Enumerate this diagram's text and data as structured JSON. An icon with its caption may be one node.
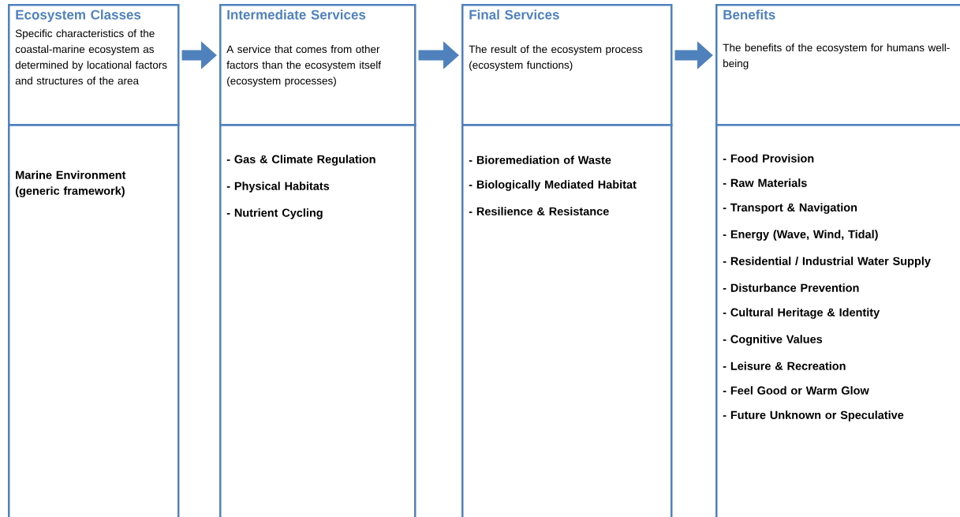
{
  "diagram": {
    "nodes": [
      {
        "text": [
          "Ecosystem Classes",
          "Specific characteristics of the coastal-marine ecosystem as determined by locational factors and structures of the area"
        ]
      },
      {
        "text": [
          "Marine Environment (generic framework)"
        ]
      },
      {
        "text": [
          "Intermediate Services",
          "A service that comes from other factors than the ecosystem itself (ecosystem processes)"
        ]
      },
      {
        "text": [
          "- Gas & Climate Regulation",
          "- Physical Habitats",
          "- Nutrient Cycling"
        ]
      },
      {
        "text": [
          "Final Services",
          "The result of the ecosystem process (ecosystem functions)"
        ]
      },
      {
        "text": [
          "- Bioremediation of Waste",
          "- Biologically Mediated Habitat",
          "- Resilience & Resistance"
        ]
      },
      {
        "text": [
          "Benefits",
          "The benefits of the ecosystem for humans well-being"
        ]
      },
      {
        "text": [
          "- Food Provision",
          "- Raw Materials",
          "- Transport & Navigation",
          "- Energy (Wave, Wind, Tidal)",
          "- Residential / Industrial Water Supply",
          "- Disturbance Prevention",
          "- Cultural Heritage & Identity",
          "- Cognitive Values",
          "- Leisure & Recreation",
          "- Feel Good or Warm Glow",
          "- Future Unknown or Speculative"
        ]
      }
    ],
    "edges": [
      {
        "from": 0,
        "to": 2,
        "arrow": "to"
      },
      {
        "from": 2,
        "to": 4,
        "arrow": "to"
      },
      {
        "from": 4,
        "to": 6,
        "arrow": "to"
      }
    ]
  }
}
